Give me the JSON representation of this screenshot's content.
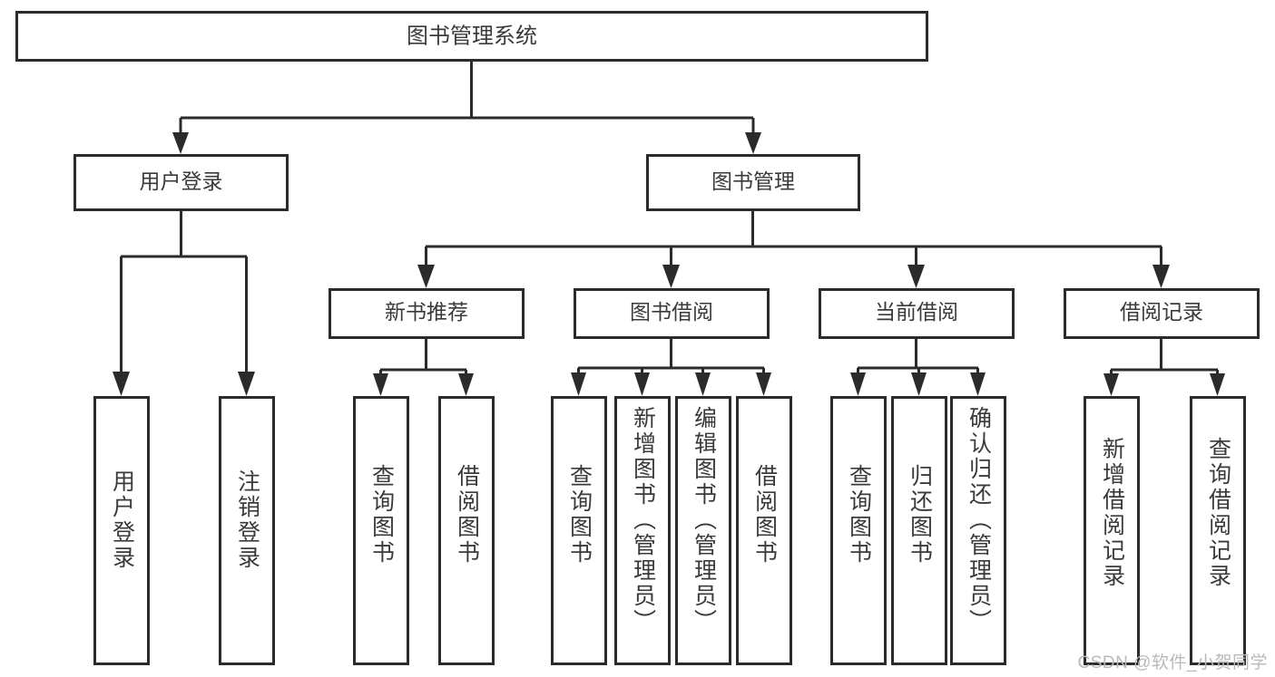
{
  "diagram": {
    "type": "tree-hierarchy-chart",
    "title": "图书管理系统",
    "theme": {
      "background": "#ffffff",
      "stroke": "#2b2b2b",
      "text": "#3a3a3a",
      "watermark": "#b9b9b9"
    },
    "root": {
      "label": "图书管理系统"
    },
    "level1": [
      {
        "label": "用户登录"
      },
      {
        "label": "图书管理"
      }
    ],
    "level2": [
      {
        "label": "新书推荐"
      },
      {
        "label": "图书借阅"
      },
      {
        "label": "当前借阅"
      },
      {
        "label": "借阅记录"
      }
    ],
    "leaves": {
      "user_login": [
        {
          "label": "用户登录"
        },
        {
          "label": "注销登录"
        }
      ],
      "new_book_recommend": [
        {
          "label": "查询图书"
        },
        {
          "label": "借阅图书"
        }
      ],
      "book_borrow": [
        {
          "label": "查询图书"
        },
        {
          "label": "新增图书（管理员）"
        },
        {
          "label": "编辑图书（管理员）"
        },
        {
          "label": "借阅图书"
        }
      ],
      "current_borrow": [
        {
          "label": "查询图书"
        },
        {
          "label": "归还图书"
        },
        {
          "label": "确认归还（管理员）"
        }
      ],
      "borrow_record": [
        {
          "label": "新增借阅记录"
        },
        {
          "label": "查询借阅记录"
        }
      ]
    },
    "watermark": "CSDN @软件_小贺同学"
  }
}
